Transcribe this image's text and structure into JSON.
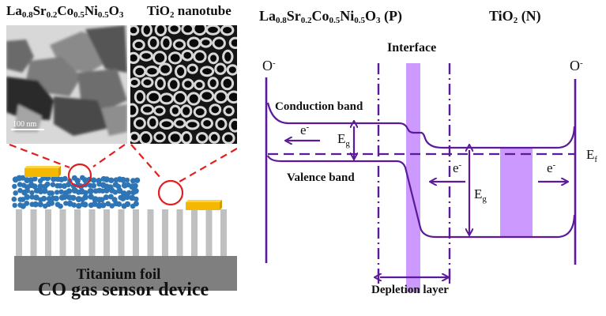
{
  "left_panel": {
    "tem_title": {
      "base": [
        "La",
        "Sr",
        "Co",
        "Ni",
        "O"
      ],
      "subs": [
        "0.8",
        "0.2",
        "0.5",
        "0.5",
        "3"
      ]
    },
    "sem_title": {
      "text": "TiO",
      "sub": "2",
      "rest": " nanotube"
    },
    "scale_bar": "100 nm",
    "substrate_label": "Titanium foil",
    "device_caption": "CO gas sensor device"
  },
  "band_diagram": {
    "p_title": {
      "base": [
        "La",
        "Sr",
        "Co",
        "Ni",
        "O"
      ],
      "subs": [
        "0.8",
        "0.2",
        "0.5",
        "0.5",
        "3"
      ],
      "suffix": " (P)"
    },
    "n_title": {
      "text": "TiO",
      "sub": "2",
      "suffix": " (N)"
    },
    "interface_label": "Interface",
    "o_minus_left": {
      "base": "O",
      "sup": "-"
    },
    "o_minus_right": {
      "base": "O",
      "sup": "-"
    },
    "conduction_band": "Conduction band",
    "valence_band": "Valence band",
    "electron_left": {
      "base": "e",
      "sup": "-"
    },
    "electron_mid": {
      "base": "e",
      "sup": "-"
    },
    "electron_right": {
      "base": "e",
      "sup": "-"
    },
    "eg_left": {
      "base": "E",
      "sub": "g"
    },
    "eg_right": {
      "base": "E",
      "sub": "g"
    },
    "ef": {
      "base": "E",
      "sub": "f"
    },
    "depletion_layer": "Depletion layer"
  },
  "colors": {
    "band_line": "#5b1a9a",
    "highlight": "#cc99ff",
    "dash_red": "#e02020",
    "particle_blue": "#2e75b6",
    "electrode_gold": "#f5b800",
    "nanotube_gray": "#c0c0c0",
    "foil_gray": "#7f7f7f"
  }
}
